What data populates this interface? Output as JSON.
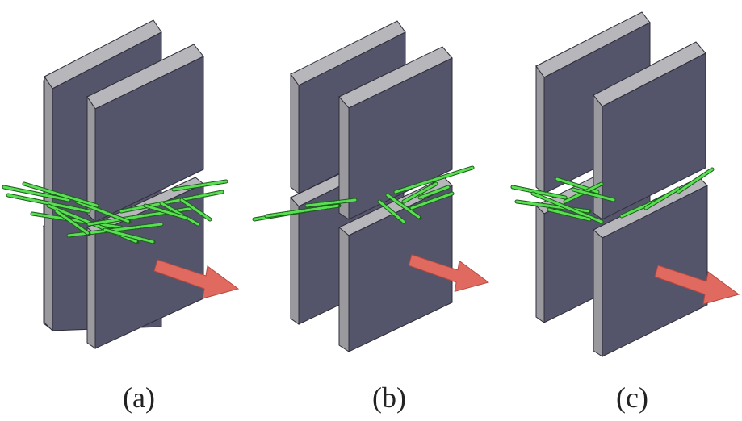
{
  "figure": {
    "panels": [
      {
        "id": "a",
        "caption": "(a)"
      },
      {
        "id": "b",
        "caption": "(b)"
      },
      {
        "id": "c",
        "caption": "(c)"
      }
    ],
    "colors": {
      "block_front": "#54546a",
      "block_side": "#9a9a9e",
      "block_top": "#b7b7bb",
      "block_edge": "#2e2e3a",
      "fiber": "#58e052",
      "fiber_dark": "#1d5e1b",
      "arrow": "#e06a60"
    }
  }
}
